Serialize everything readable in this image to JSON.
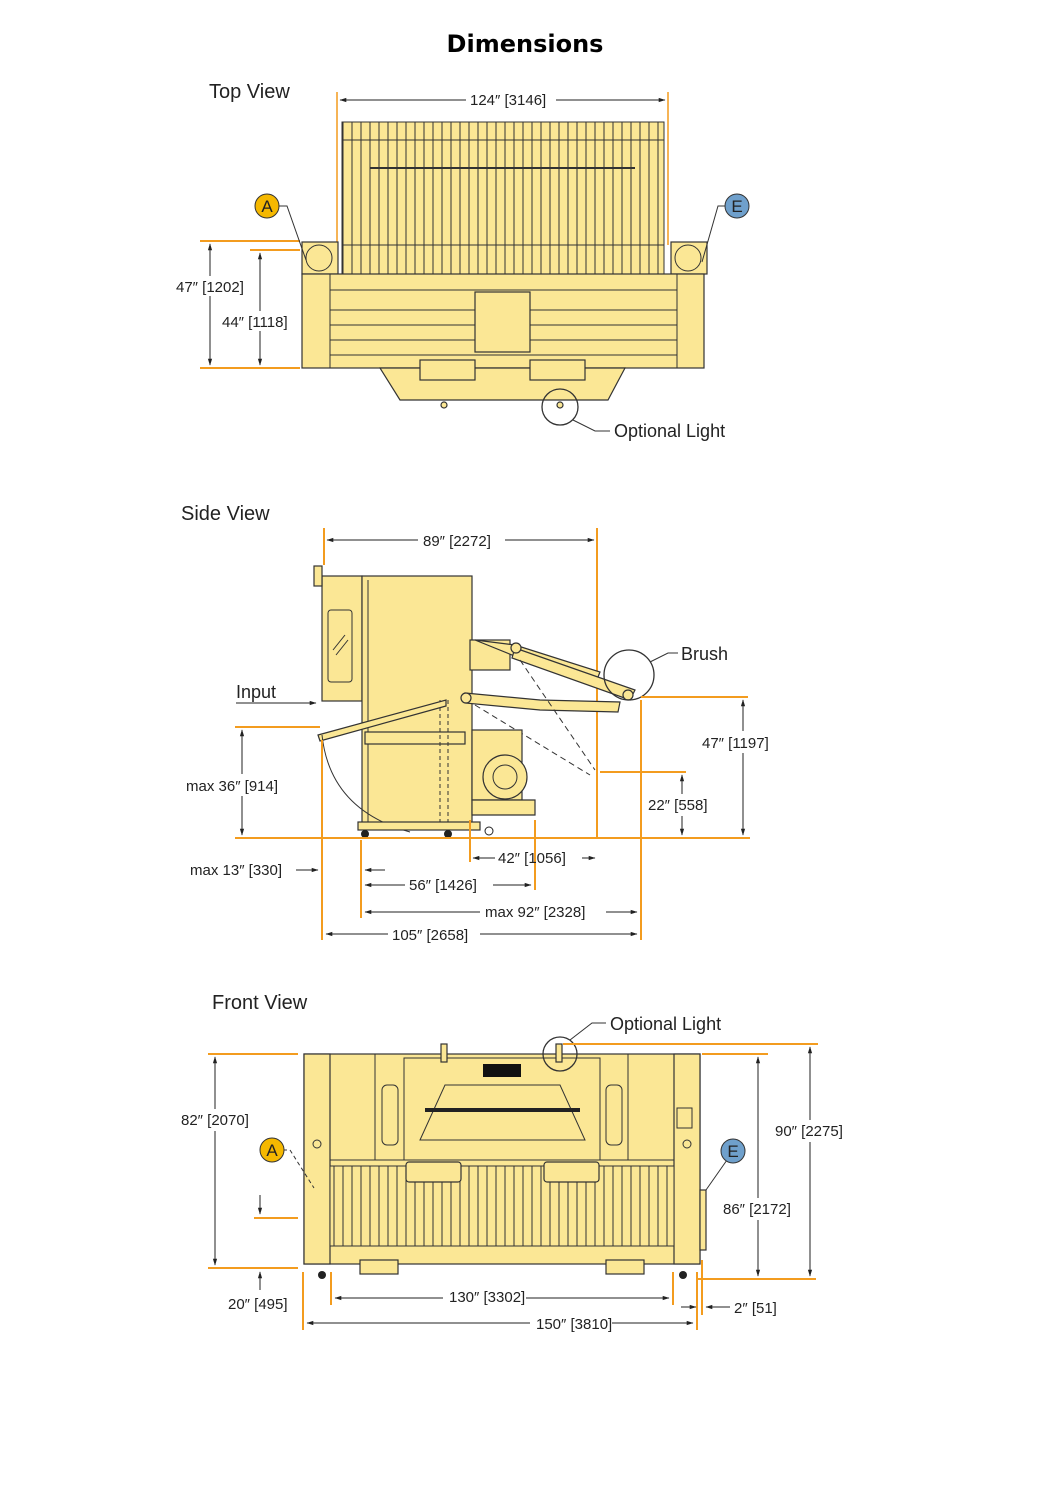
{
  "title": "Dimensions",
  "colors": {
    "machine_fill": "#fbe795",
    "dimension_line": "#f39c1f",
    "badge_a": "#f5b800",
    "badge_e": "#6fa0cc"
  },
  "top_view": {
    "label": "Top View",
    "width": "124″ [3146]",
    "depth_overall": "47″ [1202]",
    "depth_body": "44″ [1118]",
    "badge_a": "A",
    "badge_e": "E",
    "optional_light": "Optional Light"
  },
  "side_view": {
    "label": "Side View",
    "top_length": "89″ [2272]",
    "brush": "Brush",
    "input": "Input",
    "input_height": "max 36″ [914]",
    "brush_height": "47″ [1197]",
    "lower_height": "22″ [558]",
    "dim_42": "42″ [1056]",
    "dim_13": "max 13″ [330]",
    "dim_56": "56″ [1426]",
    "dim_92": "max 92″ [2328]",
    "dim_105": "105″ [2658]"
  },
  "front_view": {
    "label": "Front View",
    "optional_light": "Optional Light",
    "height_82": "82″ [2070]",
    "height_90": "90″ [2275]",
    "height_86": "86″ [2172]",
    "dim_20": "20″ [495]",
    "width_130": "130″ [3302]",
    "width_150": "150″ [3810]",
    "dim_2": "2″ [51]",
    "badge_a": "A",
    "badge_e": "E"
  }
}
